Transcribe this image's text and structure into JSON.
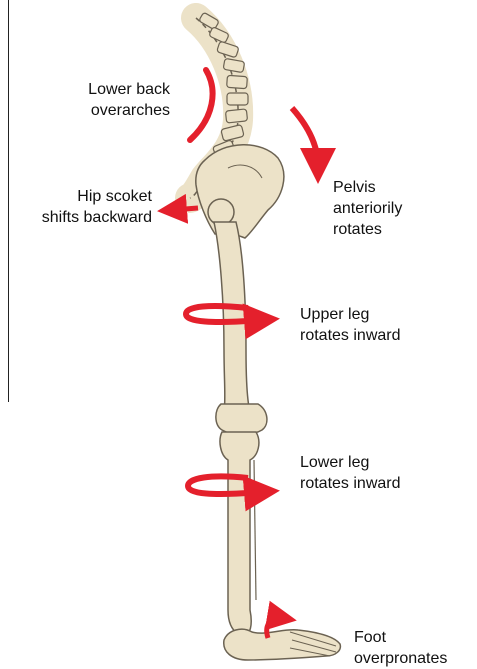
{
  "diagram": {
    "labels": {
      "lower_back": [
        "Lower back",
        "overarches"
      ],
      "hip_socket": [
        "Hip scoket",
        "shifts backward"
      ],
      "pelvis": [
        "Pelvis",
        "anteriorily",
        "rotates"
      ],
      "upper_leg": [
        "Upper leg",
        "rotates inward"
      ],
      "lower_leg": [
        "Lower leg",
        "rotates inward"
      ],
      "foot": [
        "Foot",
        "overpronates"
      ]
    },
    "colors": {
      "arrow": "#e4202c",
      "bone": "#ece2c8",
      "bone_outline": "#6b6252"
    }
  }
}
